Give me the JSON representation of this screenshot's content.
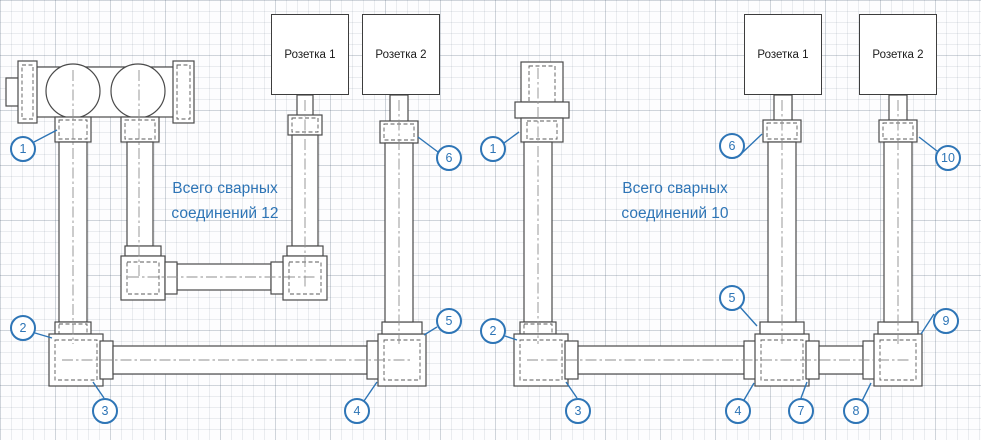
{
  "colors": {
    "callout_blue": "#2E75B6",
    "note_blue": "#2E75B6",
    "pipe_stroke": "#4a4a4a",
    "label_text": "#1a1a1a"
  },
  "left_diagram": {
    "note_line1": "Всего сварных",
    "note_line2": "соединений 12",
    "total_welds": 12,
    "socket1_label": "Розетка 1",
    "socket2_label": "Розетка 2",
    "callouts": [
      "1",
      "2",
      "3",
      "4",
      "5",
      "6"
    ]
  },
  "right_diagram": {
    "note_line1": "Всего сварных",
    "note_line2": "соединений 10",
    "total_welds": 10,
    "socket1_label": "Розетка 1",
    "socket2_label": "Розетка 2",
    "callouts": [
      "1",
      "2",
      "3",
      "4",
      "5",
      "6",
      "7",
      "8",
      "9",
      "10"
    ]
  }
}
